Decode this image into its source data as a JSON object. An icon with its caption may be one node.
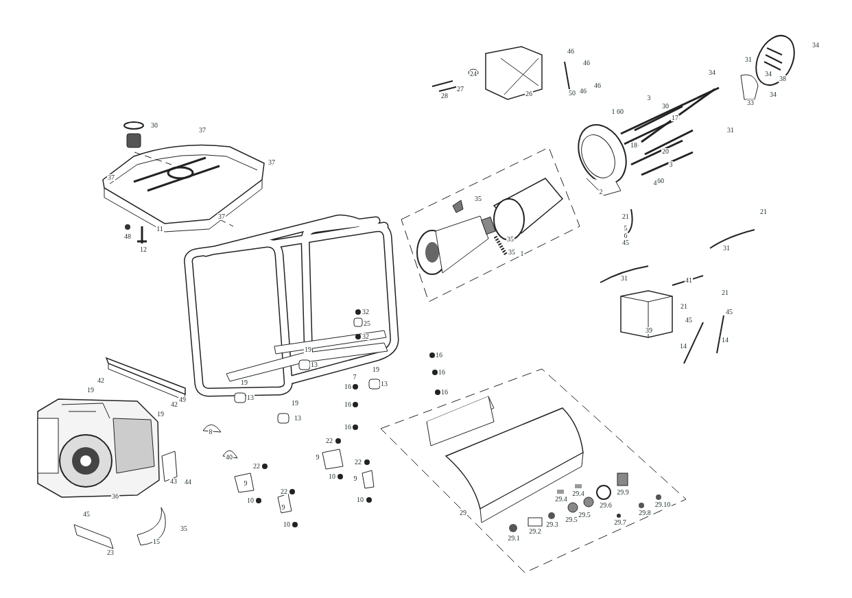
{
  "diagram": {
    "labels": [
      "34",
      "46",
      "31",
      "46",
      "34",
      "24",
      "34",
      "38",
      "46",
      "27",
      "46",
      "50",
      "26",
      "34",
      "28",
      "3",
      "33",
      "30",
      "1",
      "60",
      "17",
      "30",
      "37",
      "31",
      "18",
      "20",
      "37",
      "3",
      "37",
      "60",
      "4",
      "2",
      "35",
      "21",
      "37",
      "21",
      "5",
      "11",
      "6",
      "48",
      "35",
      "45",
      "31",
      "12",
      "35",
      "1",
      "31",
      "41",
      "21",
      "21",
      "32",
      "45",
      "45",
      "25",
      "39",
      "32",
      "14",
      "14",
      "19",
      "16",
      "13",
      "19",
      "16",
      "7",
      "42",
      "19",
      "13",
      "16",
      "19",
      "16",
      "13",
      "49",
      "19",
      "42",
      "16",
      "19",
      "13",
      "16",
      "8",
      "22",
      "40",
      "9",
      "22",
      "22",
      "10",
      "9",
      "43",
      "44",
      "9",
      "22",
      "29.9",
      "29.4",
      "36",
      "29.4",
      "10",
      "10",
      "29.10",
      "29.6",
      "9",
      "29",
      "29.8",
      "45",
      "29.5",
      "29.5",
      "29.7",
      "10",
      "29.3",
      "35",
      "29.2",
      "29.1",
      "15",
      "23"
    ]
  }
}
